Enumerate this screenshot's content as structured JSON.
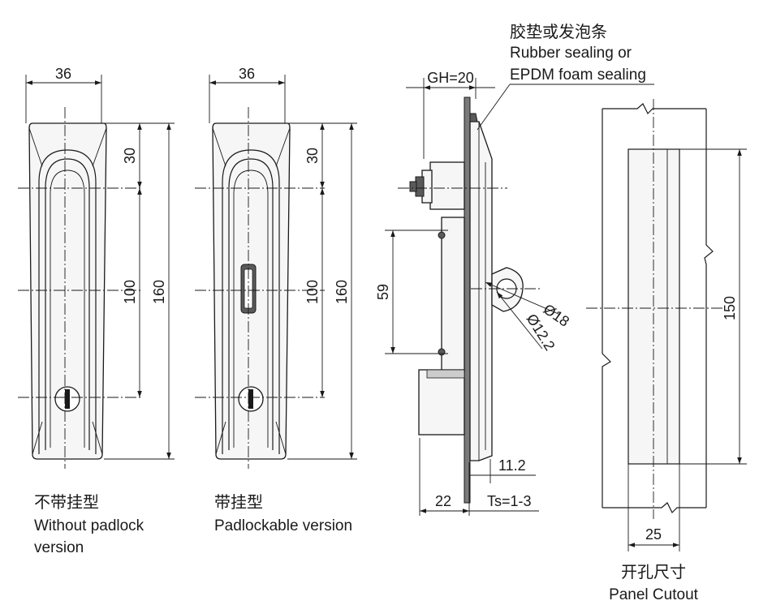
{
  "views": {
    "front_no_padlock": {
      "dims": {
        "width": "36",
        "top": "30",
        "mid": "100",
        "total": "160"
      },
      "caption_cn": "不带挂型",
      "caption_en_line1": "Without padlock",
      "caption_en_line2": "version"
    },
    "front_padlock": {
      "dims": {
        "width": "36",
        "top": "30",
        "mid": "100",
        "total": "160"
      },
      "caption_cn": "带挂型",
      "caption_en_line1": "Padlockable version"
    },
    "side": {
      "gh": "GH=20",
      "gasket_cn": "胶垫或发泡条",
      "gasket_en_line1": "Rubber sealing or",
      "gasket_en_line2": "EPDM foam sealing",
      "dim_59": "59",
      "dia_outer": "Ø18",
      "dia_inner": "Ø12.2",
      "dim_11_2": "11.2",
      "dim_22": "22",
      "ts": "Ts=1-3"
    },
    "cutout": {
      "height": "150",
      "width": "25",
      "caption_cn": "开孔尺寸",
      "caption_en": "Panel Cutout"
    }
  },
  "colors": {
    "line": "#1a1a1a",
    "body_fill": "#f6f6f6",
    "dark": "#5a5a5a"
  }
}
